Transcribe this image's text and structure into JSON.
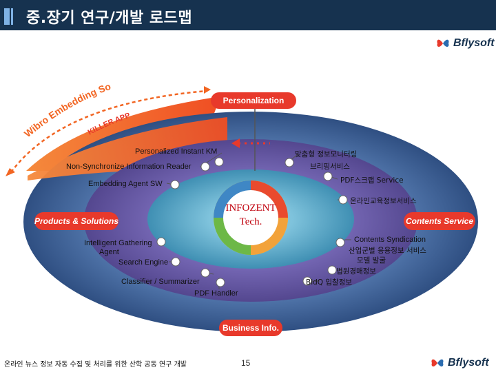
{
  "title": "중.장기 연구/개발 로드맵",
  "logo_text": "Bflysoft",
  "arc_text": "Wibro Embedding Solution",
  "killer_app": "KILLER APP",
  "banners": {
    "personalization": "Personalization",
    "products": "Products & Solutions",
    "contents": "Contents Service",
    "business": "Business Info."
  },
  "center": {
    "line1": "INFOZENT",
    "line2": "Tech."
  },
  "labels": {
    "pim": "Personalized Instant KM",
    "nsir": "Non-Synchronize Information Reader",
    "eas": "Embedding Agent SW",
    "ig1": "Intelligent Gathering",
    "ig2": "Agent",
    "se": "Search Engine",
    "cs": "Classifier / Summarizer",
    "pdf": "PDF Handler",
    "mon1": "맞춤형 정보모니터링",
    "mon2": "브리핑서비스",
    "pdfsvc": "PDF스크랩 Service",
    "edu": "온라인교육정보서비스",
    "synd": "Contents Syndication",
    "ind1": "산업군별 응용정보 서비스",
    "ind2": "모델 발굴",
    "court": "법원경매정보",
    "bidq": "BidQ 입찰정보"
  },
  "footer": "온라인 뉴스 정보 자동 수집 및 처리를 위한 산학 공동 연구 개발",
  "page_number": "15",
  "colors": {
    "title_bg": "#16324f",
    "orange": "#f26522",
    "outer_ring": "#4a6fa5",
    "mid_ring": "#6b5fa8",
    "inner_ring": "#5fa8c8",
    "banner_red": "#e8392b",
    "center_red": "#c0000c"
  }
}
